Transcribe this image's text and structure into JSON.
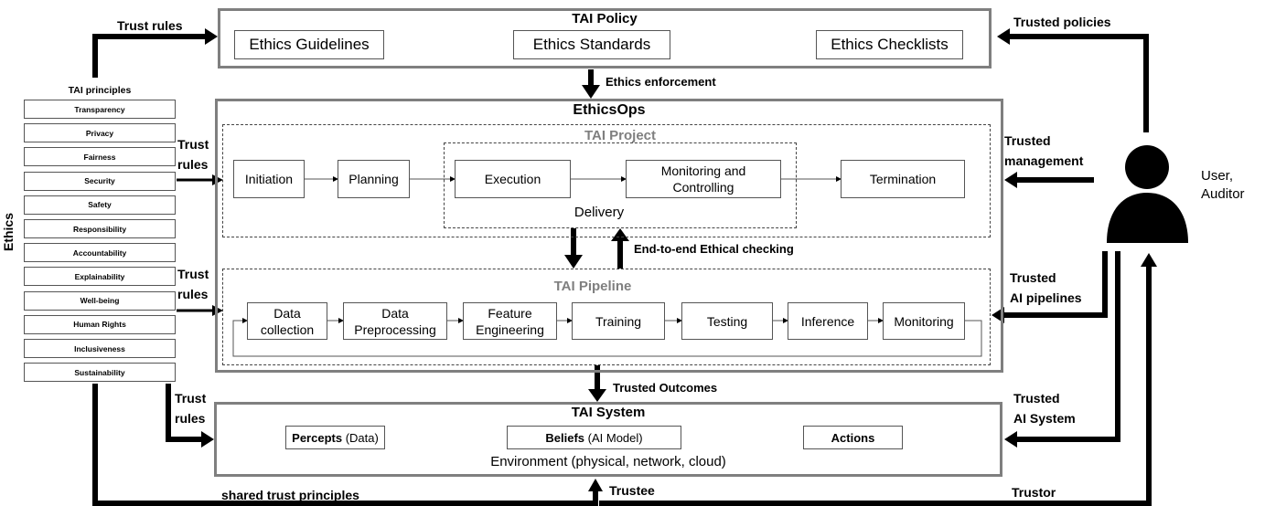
{
  "policy": {
    "title": "TAI Policy",
    "items": [
      "Ethics Guidelines",
      "Ethics Standards",
      "Ethics Checklists"
    ]
  },
  "ethicsops": {
    "title": "EthicsOps"
  },
  "project": {
    "title": "TAI Project",
    "stages": [
      "Initiation",
      "Planning",
      "Execution",
      "Monitoring and Controlling",
      "Termination"
    ],
    "delivery": "Delivery"
  },
  "pipeline": {
    "title": "TAI Pipeline",
    "stages": [
      "Data collection",
      "Data Preprocessing",
      "Feature Engineering",
      "Training",
      "Testing",
      "Inference",
      "Monitoring"
    ]
  },
  "system": {
    "title": "TAI System",
    "percepts_bold": "Percepts",
    "percepts_rest": "(Data)",
    "beliefs_bold": "Beliefs",
    "beliefs_rest": "(AI Model)",
    "actions": "Actions",
    "environment": "Environment (physical, network, cloud)"
  },
  "principles": {
    "title": "TAI principles",
    "items": [
      "Transparency",
      "Privacy",
      "Fairness",
      "Security",
      "Safety",
      "Responsibility",
      "Accountability",
      "Explainability",
      "Well-being",
      "Human Rights",
      "Inclusiveness",
      "Sustainability"
    ]
  },
  "ethics_label": "Ethics",
  "user_label": "User,\nAuditor",
  "arrows": {
    "trust_rules": "Trust rules",
    "trust": "Trust",
    "rules": "rules",
    "trusted_policies": "Trusted policies",
    "ethics_enforcement": "Ethics enforcement",
    "trusted_management_1": "Trusted",
    "trusted_management_2": "management",
    "end_to_end": "End-to-end Ethical checking",
    "trusted_pipelines_1": "Trusted",
    "trusted_pipelines_2": "AI pipelines",
    "trusted_outcomes": "Trusted Outcomes",
    "trusted_system_1": "Trusted",
    "trusted_system_2": "AI System",
    "shared": "shared trust principles",
    "trustee": "Trustee",
    "trustor": "Trustor"
  },
  "colors": {
    "frame": "#7f7f7f",
    "arrow": "#000000",
    "subtitle": "#7f7f7f"
  }
}
